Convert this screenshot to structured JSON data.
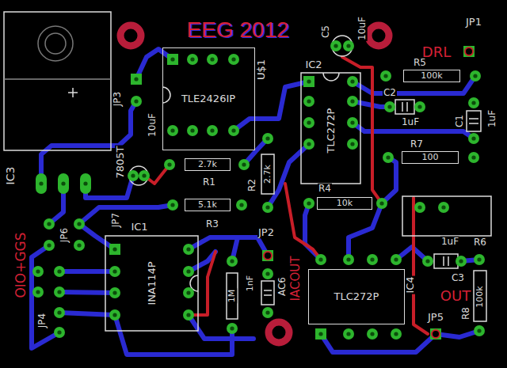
{
  "diagram": {
    "title": "EEG 2012",
    "nodes": [
      {
        "text": [
          "TLE2426IP"
        ]
      },
      {
        "text": [
          "100k"
        ]
      },
      {
        "text": [
          "100"
        ]
      },
      {
        "text": [
          "2.7k"
        ]
      },
      {
        "text": [
          "5.1k"
        ]
      },
      {
        "text": [
          "10k"
        ]
      },
      {
        "text": [
          "TLC272P"
        ]
      }
    ],
    "labels": [
      "IC3",
      "7805T",
      "JP3",
      "10uF",
      "U$1",
      "C5",
      "10uF",
      "IC2",
      "TLC272P",
      "JP1",
      "DRL",
      "R5",
      "C2",
      "1uF",
      "C1",
      "1uF",
      "R7",
      "R1",
      "R2",
      "2.7k",
      "R3",
      "R4",
      "IC1",
      "JP7",
      "JP6",
      "INA114P",
      "JP4",
      "JP2",
      "1M",
      "1nF",
      "AC6",
      "IACOUT",
      "IC4",
      "1uF",
      "R6",
      "C3",
      "R8",
      "100k",
      "JP5",
      "OUT",
      "OIO+GGS"
    ]
  }
}
